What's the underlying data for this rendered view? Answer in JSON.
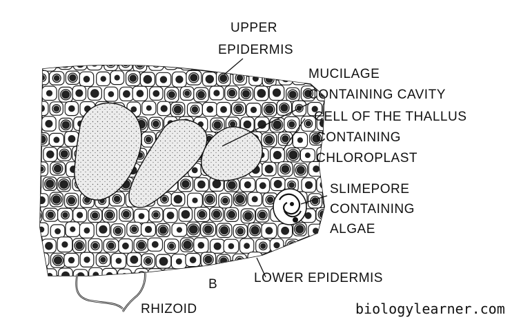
{
  "labels": {
    "upper_epidermis_1": "UPPER",
    "upper_epidermis_2": "EPIDERMIS",
    "mucilage_1": "MUCILAGE",
    "mucilage_2": "CONTAINING CAVITY",
    "cell_1": "CELL OF THE THALLUS",
    "cell_2": "CONTAINING",
    "cell_3": "CHLOROPLAST",
    "slime_1": "SLIMEPORE",
    "slime_2": "CONTAINING",
    "slime_3": "ALGAE",
    "lower_epidermis": "LOWER EPIDERMIS",
    "figure_letter": "B",
    "rhizoid": "RHIZOID",
    "watermark": "biologylearner.com"
  }
}
